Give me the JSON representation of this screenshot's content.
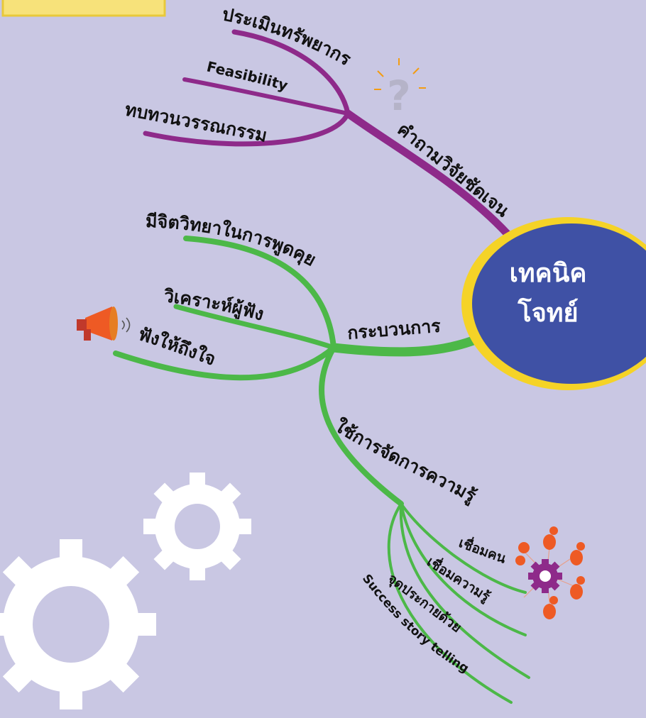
{
  "colors": {
    "background": "#c9c7e3",
    "purple_branch": "#8e2a8a",
    "green_branch": "#4cb848",
    "center_fill": "#3f51a5",
    "center_rim": "#f5d327",
    "note_tab": "#f7e27a",
    "gear": "#ffffff",
    "megaphone": "#ee5a24",
    "people_icon": "#ee5a24",
    "people_gear": "#8e2a8a"
  },
  "icons": [
    "question-mark-icon",
    "megaphone-icon",
    "gear-icon",
    "people-network-icon"
  ],
  "center": {
    "line1": "เทคนิค",
    "line2": "โจทย์"
  },
  "branch_research_question": {
    "label": "คำถามวิจัยชัดเจน",
    "children": [
      "ประเมินทรัพยากร",
      "Feasibility",
      "ทบทวนวรรณกรรม"
    ]
  },
  "branch_process": {
    "label": "กระบวนการ",
    "children": [
      "มีจิตวิทยาในการพูดคุย",
      "วิเคราะห์ผู้ฟัง",
      "ฟังให้ถึงใจ"
    ]
  },
  "branch_km": {
    "label": "ใช้การจัดการความรู้",
    "children": [
      "เชื่อมคน",
      "เชื่อมความรู้",
      "จุดประกายด้วย",
      "Success story telling"
    ]
  }
}
